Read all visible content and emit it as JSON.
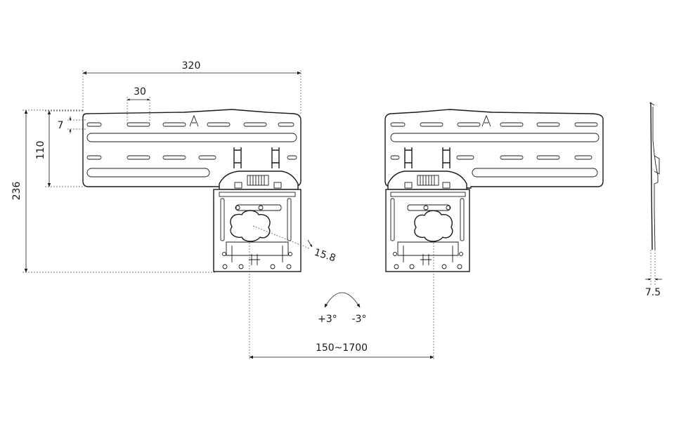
{
  "dimensions": {
    "overall_width": "320",
    "slot_pitch": "30",
    "top_offset": "7",
    "plate_height": "110",
    "overall_height": "236",
    "hole_offset": "15.8",
    "tv_mount_spacing": "150~1700",
    "profile_depth": "7.5"
  },
  "tilt": {
    "positive": "+3°",
    "negative": "-3°"
  },
  "colors": {
    "line": "#1a1a1a",
    "background": "#ffffff"
  }
}
